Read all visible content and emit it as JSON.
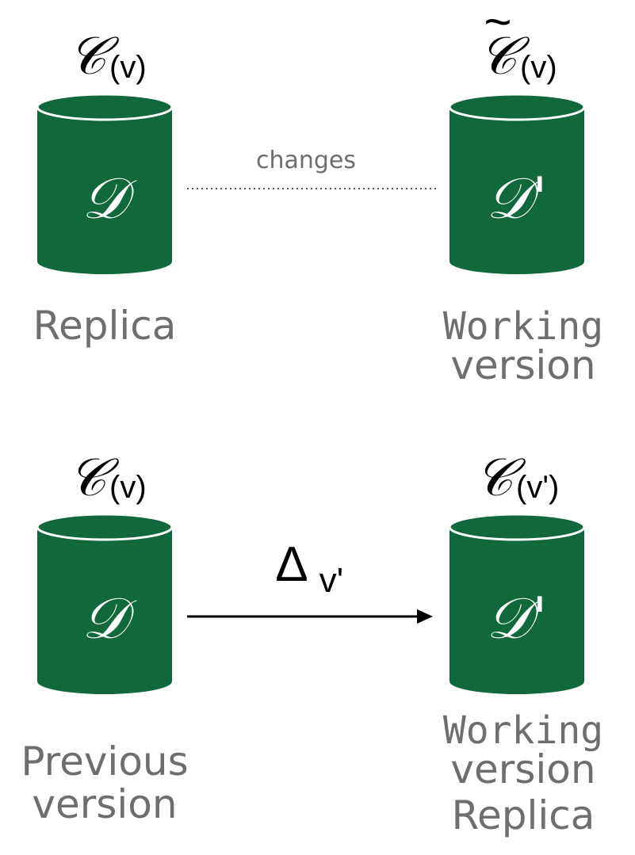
{
  "colors": {
    "cylinder": "#11683b",
    "cylinder_rim": "#ffffff",
    "label_gray": "#6e6e6e",
    "ink": "#000000",
    "dotted": "#555555"
  },
  "top": {
    "left": {
      "symbol": "𝒞",
      "version": "(v)",
      "db_letter": "𝒟",
      "label_lines": [
        "Replica"
      ]
    },
    "right": {
      "tilde": "~",
      "symbol": "𝒞",
      "version": "(v)",
      "db_letter": "𝒟'",
      "label_lines": [
        "Working",
        "version"
      ]
    },
    "connector_label": "changes"
  },
  "bottom": {
    "left": {
      "symbol": "𝒞",
      "version": "(v)",
      "db_letter": "𝒟",
      "label_lines": [
        "Previous",
        "version"
      ]
    },
    "right": {
      "symbol": "𝒞",
      "version": "(v')",
      "db_letter": "𝒟'",
      "label_lines": [
        "Working",
        "version",
        "Replica"
      ]
    },
    "arrow_label_main": "Δ",
    "arrow_label_sub": "v'"
  }
}
